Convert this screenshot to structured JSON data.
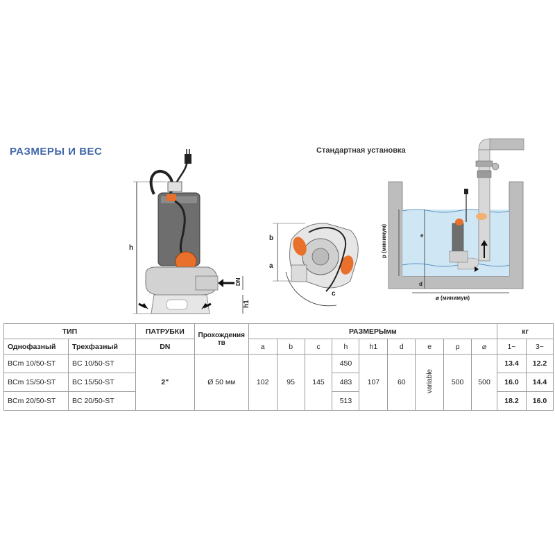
{
  "heading": "РАЗМЕРЫ И ВЕС",
  "install_title": "Стандартная установка",
  "drawing_labels": {
    "h": "h",
    "h1": "h1",
    "dn": "DN",
    "a": "a",
    "b": "b",
    "c": "c",
    "p": "p (минимум)",
    "e": "e",
    "d": "d",
    "diam": "⌀ (минимум)"
  },
  "table": {
    "headers": {
      "type": "ТИП",
      "nozzles": "ПАТРУБКИ",
      "passage": "Прохождения тв",
      "dimensions": "РАЗМЕРЫмм",
      "weight": "кг",
      "single_phase": "Однофазный",
      "three_phase": "Трехфазный",
      "dn": "DN",
      "a": "a",
      "b": "b",
      "c": "c",
      "h": "h",
      "h1": "h1",
      "d": "d",
      "e": "e",
      "p": "p",
      "diam": "⌀",
      "w1": "1~",
      "w3": "3~"
    },
    "rows": [
      {
        "single": "BCm 10/50-ST",
        "three": "BC 10/50-ST",
        "h": "450",
        "w1": "13.4",
        "w3": "12.2"
      },
      {
        "single": "BCm 15/50-ST",
        "three": "BC 15/50-ST",
        "h": "483",
        "w1": "16.0",
        "w3": "14.4"
      },
      {
        "single": "BCm 20/50-ST",
        "three": "BC 20/50-ST",
        "h": "513",
        "w1": "18.2",
        "w3": "16.0"
      }
    ],
    "shared": {
      "dn": "2\"",
      "passage": "Ø 50 мм",
      "a": "102",
      "b": "95",
      "c": "145",
      "h1": "107",
      "d": "60",
      "e": "variable",
      "p": "500",
      "diam": "500"
    }
  },
  "colors": {
    "heading": "#3f66a8",
    "pump_body": "#6e6e6e",
    "float": "#e8702a",
    "water": "#cfe6f4",
    "wall": "#bdbdbd"
  }
}
